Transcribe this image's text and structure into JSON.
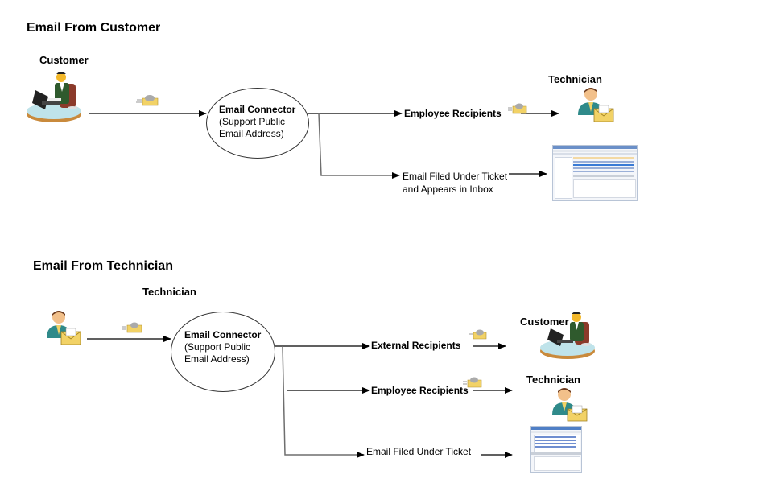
{
  "sections": [
    {
      "title": "Email From Customer",
      "sender": {
        "label": "Customer",
        "icon": "customer-at-laptop-icon"
      },
      "in_transit_icon": "flying-envelope-icon",
      "connector": {
        "title": "Email Connector",
        "line1": "(Support Public",
        "line2": "Email Address)"
      },
      "branches": [
        {
          "label": "Employee Recipients",
          "bold": true,
          "target_label": "Technician",
          "target_icon": "technician-with-envelope-icon"
        },
        {
          "label_line1": "Email Filed Under Ticket",
          "label_line2": "and Appears in Inbox",
          "bold": false,
          "target_icon": "inbox-screenshot-icon"
        }
      ]
    },
    {
      "title": "Email From Technician",
      "sender": {
        "label": "Technician",
        "icon": "technician-with-envelope-icon"
      },
      "in_transit_icon": "flying-envelope-icon",
      "connector": {
        "title": "Email Connector",
        "line1": "(Support Public",
        "line2": "Email Address)"
      },
      "branches": [
        {
          "label": "External Recipients",
          "bold": true,
          "target_label": "Customer",
          "target_icon": "customer-at-laptop-icon"
        },
        {
          "label": "Employee Recipients",
          "bold": true,
          "target_label": "Technician",
          "target_icon": "technician-with-envelope-icon"
        },
        {
          "label": "Email Filed Under Ticket",
          "bold": false,
          "target_icon": "ticket-screenshot-icon"
        }
      ]
    }
  ],
  "colors": {
    "line": "#000000",
    "line_gray": "#6e6e6e",
    "envelope": "#f2d266",
    "shirt_green": "#2f5a2d",
    "jacket_teal": "#2f8a8a",
    "desk": "#bfe3ea"
  }
}
